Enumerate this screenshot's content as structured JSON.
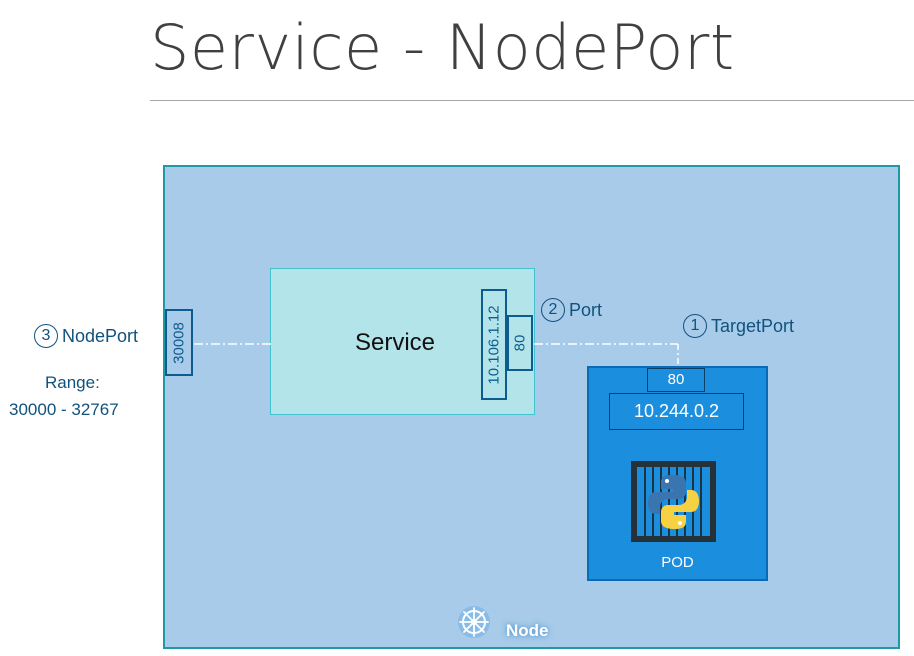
{
  "header": {
    "title": "Service - NodePort"
  },
  "diagram": {
    "service": {
      "label": "Service",
      "cluster_ip": "10.106.1.12",
      "port": "80"
    },
    "node_port": {
      "value": "30008",
      "number": "3",
      "label": "NodePort",
      "range_title": "Range:",
      "range_value": "30000 - 32767"
    },
    "port": {
      "number": "2",
      "label": "Port"
    },
    "target_port": {
      "number": "1",
      "label": "TargetPort",
      "value": "80"
    },
    "pod": {
      "ip": "10.244.0.2",
      "label": "POD",
      "icon": "python-container-icon"
    },
    "node": {
      "label": "Node",
      "icon": "kubernetes-icon"
    },
    "colors": {
      "node_fill": "#a7cbe9",
      "node_border": "#1f9aa5",
      "service_fill": "#b3e4ea",
      "pod_fill": "#1c8ede",
      "accent": "#11527c"
    }
  }
}
